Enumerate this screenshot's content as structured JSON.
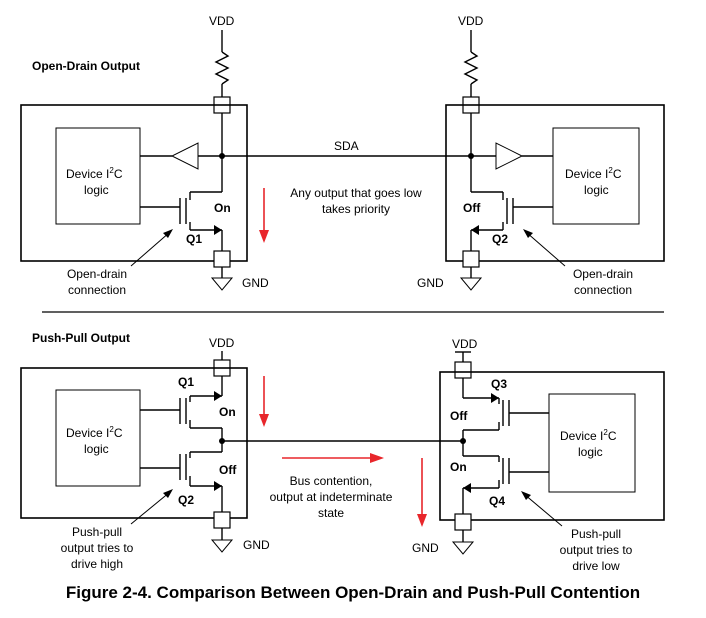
{
  "open_drain": {
    "title": "Open-Drain Output",
    "vdd_left": "VDD",
    "vdd_right": "VDD",
    "bus_label": "SDA",
    "device_left": [
      "Device I",
      "2",
      "C",
      "logic"
    ],
    "device_right": [
      "Device I",
      "2",
      "C",
      "logic"
    ],
    "q1_label": "Q1",
    "q1_state": "On",
    "q2_label": "Q2",
    "q2_state": "Off",
    "note_line1": "Any output that goes low",
    "note_line2": "takes priority",
    "gnd_left": "GND",
    "gnd_right": "GND",
    "callout_left_line1": "Open-drain",
    "callout_left_line2": "connection",
    "callout_right_line1": "Open-drain",
    "callout_right_line2": "connection"
  },
  "push_pull": {
    "title": "Push-Pull Output",
    "vdd_left": "VDD",
    "vdd_right": "VDD",
    "device_left": [
      "Device I",
      "2",
      "C",
      "logic"
    ],
    "device_right": [
      "Device I",
      "2",
      "C",
      "logic"
    ],
    "q1_label": "Q1",
    "q1_state": "On",
    "q2_label": "Q2",
    "q2_state": "Off",
    "q3_label": "Q3",
    "q3_state": "Off",
    "q4_label": "Q4",
    "q4_state": "On",
    "note_line1": "Bus contention,",
    "note_line2": "output at indeterminate",
    "note_line3": "state",
    "gnd_left": "GND",
    "gnd_right": "GND",
    "callout_left_line1": "Push-pull",
    "callout_left_line2": "output tries to",
    "callout_left_line3": "drive high",
    "callout_right_line1": "Push-pull",
    "callout_right_line2": "output tries to",
    "callout_right_line3": "drive low"
  },
  "caption": "Figure 2-4. Comparison Between Open-Drain and Push-Pull Contention",
  "colors": {
    "arrow": "#e8262b",
    "line": "#000000"
  }
}
